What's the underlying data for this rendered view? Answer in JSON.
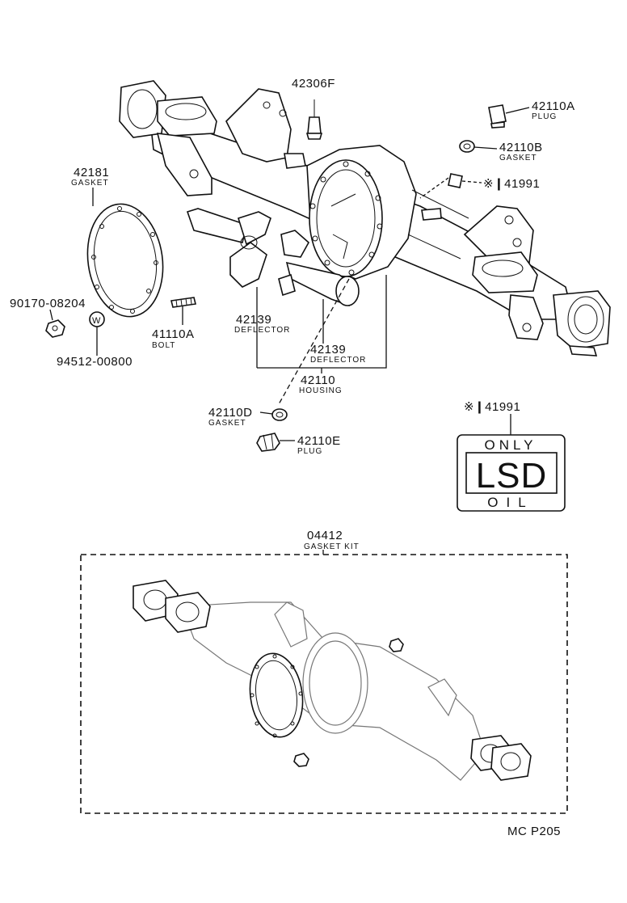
{
  "labels": {
    "p42306f": "42306F",
    "p42110a": "42110A",
    "p42110a_sub": "PLUG",
    "p42110b": "42110B",
    "p42110b_sub": "GASKET",
    "p41991_top": "※❙41991",
    "p42181": "42181",
    "p42181_sub": "GASKET",
    "p90170": "90170-08204",
    "p94512": "94512-00800",
    "washer_mark": "W",
    "p41110a": "41110A",
    "p41110a_sub": "BOLT",
    "p42139_left": "42139",
    "p42139_left_sub": "DEFLECTOR",
    "p42139_right": "42139",
    "p42139_right_sub": "DEFLECTOR",
    "p42110": "42110",
    "p42110_sub": "HOUSING",
    "p42110d": "42110D",
    "p42110d_sub": "GASKET",
    "p42110e": "42110E",
    "p42110e_sub": "PLUG",
    "p41991_label": "※❙41991",
    "plate_top": "ONLY",
    "plate_main": "LSD",
    "plate_bottom": "OIL",
    "p04412": "04412",
    "p04412_sub": "GASKET KIT",
    "page_code": "MC P205"
  }
}
